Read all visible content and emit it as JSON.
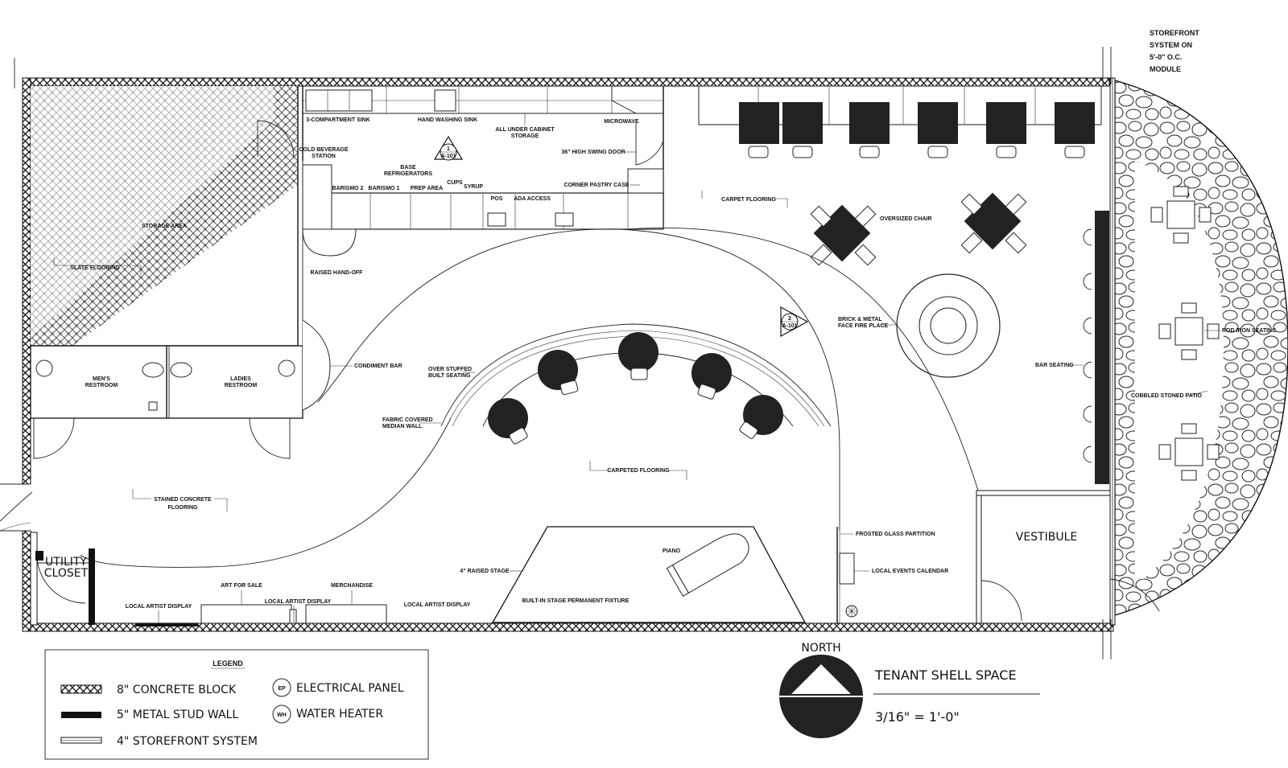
{
  "storefront_note": [
    "STOREFRONT",
    "SYSTEM ON",
    "5'-0\" O.C.",
    "MODULE"
  ],
  "rooms": {
    "storage_area": "STORAGE AREA",
    "slate_flooring": "SLATE FLOORING",
    "mens_restroom": [
      "MEN'S",
      "RESTROOM"
    ],
    "ladies_restroom": [
      "LADIES",
      "RESTROOM"
    ],
    "utility_closet": [
      "UTILITY",
      "CLOSET"
    ],
    "stained_concrete": [
      "STAINED CONCRETE",
      "FLOORING"
    ],
    "vestibule": "VESTIBULE",
    "carpet_flooring": "CARPET FLOORING",
    "carpeted_flooring": "CARPETED FLOORING",
    "cobbled_patio": "COBBLED STONED PATIO",
    "rod_iron_seating": "ROD IRON SEATING"
  },
  "labels": {
    "three_comp_sink": "3-COMPARTMENT SINK",
    "hand_washing_sink": "HAND WASHING SINK",
    "all_under_cabinet": [
      "ALL UNDER CABINET",
      "STORAGE"
    ],
    "microwave": "MICROWAVE",
    "cold_beverage": [
      "COLD BEVERAGE",
      "STATION"
    ],
    "base_refrigerators": [
      "BASE",
      "REFRIGERATORS"
    ],
    "barismo2": "BARISMO 2",
    "barismo1": "BARISMO 1",
    "prep_area": "PREP AREA",
    "cups": "CUPS",
    "syrup": "SYRUP",
    "pos": "POS",
    "ada_access": "ADA ACCESS",
    "swing_door": "36\" HIGH SWING DOOR",
    "pastry_case": "CORNER PASTRY CASE",
    "raised_handoff": "RAISED HAND-OFF",
    "condiment_bar": "CONDIMENT BAR",
    "over_stuffed": [
      "OVER STUFFED",
      "BUILT SEATING"
    ],
    "fabric_median": [
      "FABRIC COVERED",
      "MEDIAN WALL"
    ],
    "oversized_chair": "OVERSIZED CHAIR",
    "fire_place": [
      "BRICK & METAL",
      "FACE FIRE PLACE"
    ],
    "bar_seating": "BAR SEATING",
    "frosted_glass": "FROSTED GLASS PARTITION",
    "events_calendar": "LOCAL EVENTS CALENDAR",
    "raised_stage": "4\" RAISED STAGE",
    "stage_fixture": "BUILT-IN STAGE PERMANENT FIXTURE",
    "piano": "PIANO",
    "art_for_sale": "ART FOR SALE",
    "merchandise": "MERCHANDISE",
    "local_artist_1": "LOCAL ARTIST DISPLAY",
    "local_artist_2": "LOCAL ARTIST DISPLAY",
    "local_artist_3": "LOCAL ARTIST DISPLAY"
  },
  "section_marks": [
    {
      "num": "1",
      "sheet": "A-101"
    },
    {
      "num": "2",
      "sheet": "A-101"
    }
  ],
  "legend": {
    "title": "LEGEND",
    "items": [
      {
        "symbol": "hatch",
        "label": "8\" CONCRETE BLOCK"
      },
      {
        "symbol": "solid",
        "label": "5\" METAL STUD WALL"
      },
      {
        "symbol": "storefront",
        "label": "4\" STOREFRONT SYSTEM"
      },
      {
        "symbol": "EP",
        "label": "ELECTRICAL PANEL"
      },
      {
        "symbol": "WH",
        "label": "WATER HEATER"
      }
    ]
  },
  "north": {
    "label": "NORTH"
  },
  "title_block": {
    "title": "TENANT SHELL SPACE",
    "scale": "3/16\" = 1'-0\""
  }
}
